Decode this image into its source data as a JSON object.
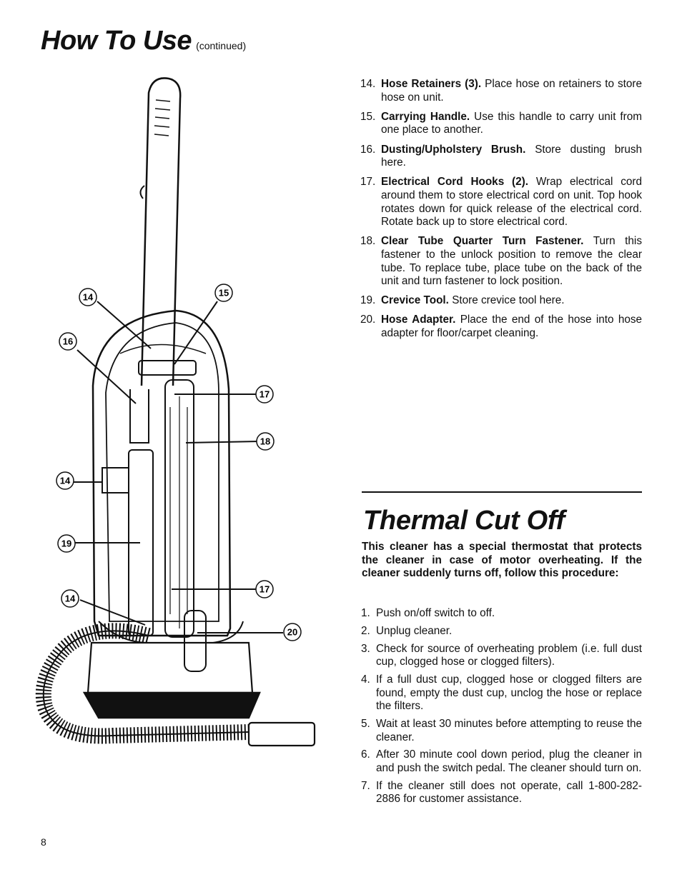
{
  "header": {
    "title": "How To Use",
    "continued": "(continued)"
  },
  "callouts": [
    "14",
    "15",
    "16",
    "17",
    "18",
    "14",
    "19",
    "17",
    "14",
    "20"
  ],
  "parts": [
    {
      "num": "14.",
      "term": "Hose Retainers (3).",
      "text": "Place hose on retainers to store hose on unit."
    },
    {
      "num": "15.",
      "term": "Carrying Handle.",
      "text": "Use this handle to carry unit from one place to another."
    },
    {
      "num": "16.",
      "term": "Dusting/Upholstery Brush.",
      "text": "Store dusting brush here."
    },
    {
      "num": "17.",
      "term": "Electrical Cord Hooks (2).",
      "text": "Wrap electrical cord around them to store electrical cord on unit. Top hook rotates down for quick release of the electrical cord. Rotate back up to store electrical cord."
    },
    {
      "num": "18.",
      "term": "Clear Tube Quarter Turn Fastener.",
      "text": "Turn this fastener to the unlock position to remove the clear tube. To replace tube, place tube on the back of the unit and turn fastener to lock position."
    },
    {
      "num": "19.",
      "term": "Crevice Tool.",
      "text": "Store crevice tool here."
    },
    {
      "num": "20.",
      "term": "Hose Adapter.",
      "text": "Place the end of the hose into hose adapter for floor/carpet cleaning."
    }
  ],
  "thermal": {
    "title": "Thermal Cut Off",
    "intro": "This cleaner has a special thermostat that protects the cleaner in case of motor overheating. If the cleaner suddenly turns off, follow this procedure:",
    "steps": [
      {
        "num": "1.",
        "text": "Push on/off switch to off."
      },
      {
        "num": "2.",
        "text": "Unplug cleaner."
      },
      {
        "num": "3.",
        "text": "Check for source of overheating problem (i.e. full dust cup, clogged hose or clogged filters)."
      },
      {
        "num": "4.",
        "text": "If a full dust cup, clogged hose or clogged filters are found, empty the dust cup, unclog the hose or replace the filters."
      },
      {
        "num": "5.",
        "text": "Wait at least 30 minutes before attempting to reuse the cleaner."
      },
      {
        "num": "6.",
        "text": "After 30 minute cool down period, plug the cleaner in and push the switch pedal. The cleaner should turn on."
      },
      {
        "num": "7.",
        "text": "If the cleaner still does not operate, call 1-800-282-2886 for customer assistance."
      }
    ]
  },
  "page_number": "8"
}
